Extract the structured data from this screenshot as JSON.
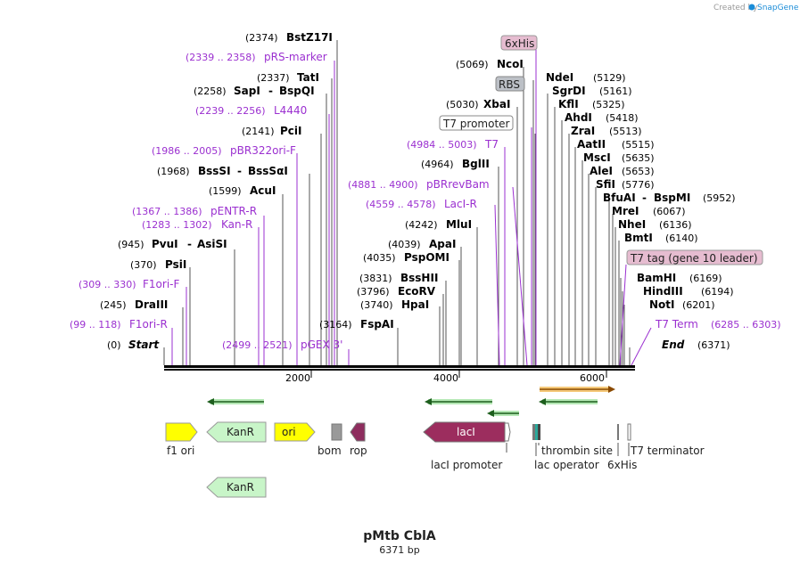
{
  "credit": "Created by",
  "brand": "SnapGene",
  "title": "pMtb CblA",
  "subtitle": "6371 bp",
  "colors": {
    "primer": "#9b30d0",
    "cds_yellow": "#ffff00",
    "cds_green": "#c8f5c8",
    "laci": "#9c2d5e",
    "rop": "#8e2d5e",
    "bom": "#999999"
  },
  "sites": {
    "start": {
      "pos": "(0)",
      "name": "Start"
    },
    "end": {
      "pos": "(6371)",
      "name": "End"
    },
    "f1ori_r": {
      "range": "(99 .. 118)",
      "name": "F1ori-R"
    },
    "draiii": {
      "pos": "(245)",
      "name": "DraIII"
    },
    "f1ori_f": {
      "range": "(309 .. 330)",
      "name": "F1ori-F"
    },
    "psii": {
      "pos": "(370)",
      "name": "PsiI"
    },
    "pvui": {
      "pos": "(945)",
      "name": "PvuI",
      "alt": "AsiSI"
    },
    "kanr_p": {
      "range": "(1283 .. 1302)",
      "name": "Kan-R"
    },
    "pentr": {
      "range": "(1367 .. 1386)",
      "name": "pENTR-R"
    },
    "acui": {
      "pos": "(1599)",
      "name": "AcuI"
    },
    "bsssi": {
      "pos": "(1968)",
      "name": "BssSI",
      "alt": "BssSαI"
    },
    "pbr322": {
      "range": "(1986 .. 2005)",
      "name": "pBR322ori-F"
    },
    "pcii": {
      "pos": "(2141)",
      "name": "PciI"
    },
    "l4440": {
      "range": "(2239 .. 2256)",
      "name": "L4440"
    },
    "sapi": {
      "pos": "(2258)",
      "name": "SapI",
      "alt": "BspQI"
    },
    "tati": {
      "pos": "(2337)",
      "name": "TatI"
    },
    "prs": {
      "range": "(2339 .. 2358)",
      "name": "pRS-marker"
    },
    "bstz": {
      "pos": "(2374)",
      "name": "BstZ17I"
    },
    "pgex": {
      "range": "(2499 .. 2521)",
      "name": "pGEX 3'"
    },
    "fspai": {
      "pos": "(3164)",
      "name": "FspAI"
    },
    "hpai": {
      "pos": "(3740)",
      "name": "HpaI"
    },
    "ecorv": {
      "pos": "(3796)",
      "name": "EcoRV"
    },
    "bsshii": {
      "pos": "(3831)",
      "name": "BssHII"
    },
    "pspomi": {
      "pos": "(4035)",
      "name": "PspOMI"
    },
    "apai": {
      "pos": "(4039)",
      "name": "ApaI"
    },
    "mlui": {
      "pos": "(4242)",
      "name": "MluI"
    },
    "laci_r": {
      "range": "(4559 .. 4578)",
      "name": "LacI-R"
    },
    "pbrrev": {
      "range": "(4881 .. 4900)",
      "name": "pBRrevBam"
    },
    "bglii": {
      "pos": "(4964)",
      "name": "BglII"
    },
    "t7": {
      "range": "(4984 .. 5003)",
      "name": "T7"
    },
    "t7prom": {
      "name": "T7 promoter"
    },
    "xbai": {
      "pos": "(5030)",
      "name": "XbaI"
    },
    "rbs": {
      "name": "RBS"
    },
    "ncoi": {
      "pos": "(5069)",
      "name": "NcoI"
    },
    "his1": {
      "name": "6xHis"
    },
    "ndei": {
      "pos": "(5129)",
      "name": "NdeI"
    },
    "sgrdi": {
      "pos": "(5161)",
      "name": "SgrDI"
    },
    "kfli": {
      "pos": "(5325)",
      "name": "KflI"
    },
    "ahdi": {
      "pos": "(5418)",
      "name": "AhdI"
    },
    "zrai": {
      "pos": "(5513)",
      "name": "ZraI"
    },
    "aatii": {
      "pos": "(5515)",
      "name": "AatII"
    },
    "msci": {
      "pos": "(5635)",
      "name": "MscI"
    },
    "alei": {
      "pos": "(5653)",
      "name": "AleI"
    },
    "sfii": {
      "pos": "(5776)",
      "name": "SfiI"
    },
    "bfuai": {
      "pos": "(5952)",
      "name": "BfuAI",
      "alt": "BspMI"
    },
    "mrei": {
      "pos": "(6067)",
      "name": "MreI"
    },
    "nhei": {
      "pos": "(6136)",
      "name": "NheI"
    },
    "bmti": {
      "pos": "(6140)",
      "name": "BmtI"
    },
    "t7tag": {
      "name": "T7 tag (gene 10 leader)"
    },
    "bamhi": {
      "pos": "(6169)",
      "name": "BamHI"
    },
    "hindiii": {
      "pos": "(6194)",
      "name": "HindIII"
    },
    "noti": {
      "pos": "(6201)",
      "name": "NotI"
    },
    "t7term": {
      "range": "(6285 .. 6303)",
      "name": "T7 Term"
    }
  },
  "ruler": {
    "ticks": [
      "2000",
      "4000",
      "6000"
    ]
  },
  "features": {
    "f1ori": "f1 ori",
    "kanr": "KanR",
    "ori": "ori",
    "bom": "bom",
    "rop": "rop",
    "laci": "lacI",
    "laci_promoter": "lacI promoter",
    "lac_operator": "lac operator",
    "thrombin": "thrombin site",
    "his6": "6xHis",
    "t7_terminator": "T7 terminator",
    "kanr2": "KanR"
  }
}
